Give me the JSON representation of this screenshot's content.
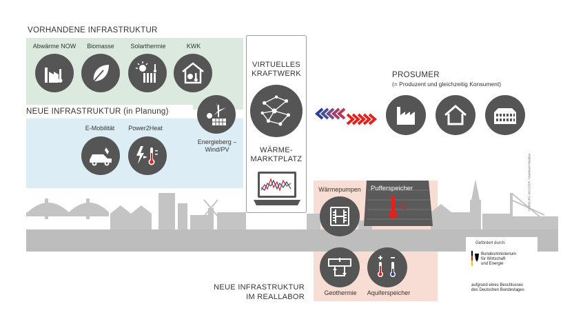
{
  "existing": {
    "title": "VORHANDENE INFRASTRUKTUR",
    "items": [
      {
        "label": "Abwärme NOW",
        "icon": "factory-heat-icon"
      },
      {
        "label": "Biomasse",
        "icon": "leaf-icon"
      },
      {
        "label": "Solarthermie",
        "icon": "solar-thermal-icon"
      },
      {
        "label": "KWK",
        "icon": "house-chp-icon"
      }
    ]
  },
  "planned": {
    "title": "NEUE INFRASTRUKTUR (in Planung)",
    "items": [
      {
        "label": "E-Mobilität",
        "icon": "electric-car-icon"
      },
      {
        "label": "Power2Heat",
        "icon": "power-to-heat-icon"
      }
    ],
    "energy_label_line1": "Energieberg –",
    "energy_label_line2": "Wind/PV"
  },
  "center": {
    "vpp_line1": "VIRTUELLES",
    "vpp_line2": "KRAFTWERK",
    "market_line1": "WÄRME-",
    "market_line2": "MARKTPLATZ"
  },
  "prosumer": {
    "title": "PROSUMER",
    "subtitle": "(= Produzent und gleichzeitig Konsument)"
  },
  "reallab": {
    "title_line1": "NEUE INFRASTRUKTUR",
    "title_line2": "IM REALLABOR",
    "heat_pumps": "Wärmepumpen",
    "buffer": "Pufferspeicher",
    "geothermal": "Geothermie",
    "aquifer": "Aquiferspeicher"
  },
  "funding": {
    "label": "Gefördert durch:",
    "ministry_line1": "Bundesministerium",
    "ministry_line2": "für Wirtschaft",
    "ministry_line3": "und Energie",
    "note_line1": "aufgrund eines Beschlusses",
    "note_line2": "des Deutschen Bundestages"
  },
  "credit": "HAMBURG WASSER / Meinhard Weidner",
  "colors": {
    "existing_bg": "#dbe9df",
    "planned_bg": "#ddedf5",
    "reallab_bg": "#f7ddd3",
    "icon_fill": "#555555",
    "accent_red": "#e2221e",
    "skyline": "#c4c4c4",
    "ground": "#bdbdbd"
  }
}
